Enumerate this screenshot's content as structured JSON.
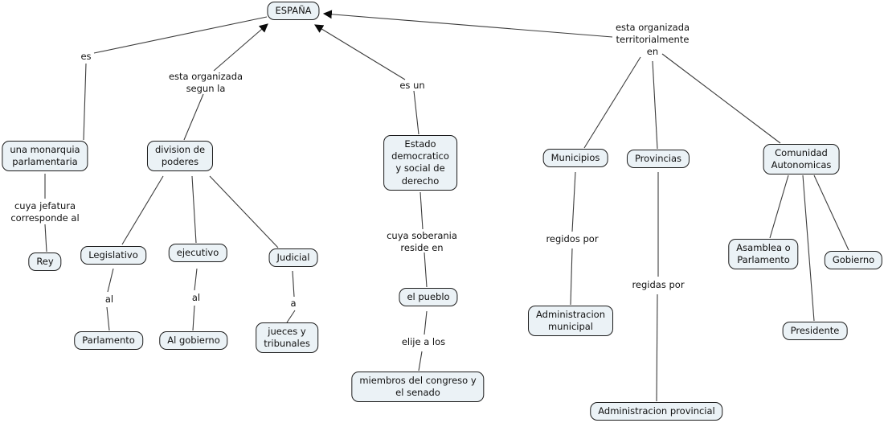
{
  "colors": {
    "background": "#ffffff",
    "node_fill": "#ebf2f6",
    "node_border": "#1c1c1c",
    "line": "#3c3c3c",
    "text": "#111111"
  },
  "nodes": {
    "espana": "ESPAÑA",
    "monarquia": "una monarquia\nparlamentaria",
    "rey": "Rey",
    "division": "division de\npoderes",
    "legislativo": "Legislativo",
    "ejecutivo": "ejecutivo",
    "judicial": "Judicial",
    "parlamento": "Parlamento",
    "al_gobierno": "Al gobierno",
    "jueces": "jueces y\ntribunales",
    "estado": "Estado\ndemocratico\ny social de\nderecho",
    "pueblo": "el pueblo",
    "miembros": "miembros del congreso y\nel senado",
    "municipios": "Municipios",
    "provincias": "Provincias",
    "comunidad": "Comunidad\nAutonomicas",
    "admin_municipal": "Administracion\nmunicipal",
    "admin_provincial": "Administracion provincial",
    "asamblea": "Asamblea o\nParlamento",
    "gobierno": "Gobierno",
    "presidente": "Presidente"
  },
  "phrases": {
    "es": "es",
    "organizada_segun": "esta organizada\nsegun la",
    "es_un": "es un",
    "territorial": "esta organizada\nterritorialmente\nen",
    "jefatura": "cuya jefatura\ncorresponde al",
    "al_1": "al",
    "al_2": "al",
    "a": "a",
    "soberania": "cuya soberania\nreside en",
    "elije": "elije a los",
    "regidos": "regidos por",
    "regidas": "regidas por"
  },
  "graph": {
    "root": "ESPAÑA",
    "relations": [
      {
        "from": "ESPAÑA",
        "phrase": "es",
        "to": [
          "una monarquia parlamentaria"
        ],
        "arrowhead_into_root": false
      },
      {
        "from": "una monarquia parlamentaria",
        "phrase": "cuya jefatura corresponde al",
        "to": [
          "Rey"
        ],
        "arrowhead_into_root": false
      },
      {
        "from": "ESPAÑA",
        "phrase": "esta organizada segun la",
        "to": [
          "division de poderes"
        ],
        "arrowhead_into_root": true
      },
      {
        "from": "division de poderes",
        "phrase": "",
        "to": [
          "Legislativo",
          "ejecutivo",
          "Judicial"
        ],
        "arrowhead_into_root": false
      },
      {
        "from": "Legislativo",
        "phrase": "al",
        "to": [
          "Parlamento"
        ],
        "arrowhead_into_root": false
      },
      {
        "from": "ejecutivo",
        "phrase": "al",
        "to": [
          "Al gobierno"
        ],
        "arrowhead_into_root": false
      },
      {
        "from": "Judicial",
        "phrase": "a",
        "to": [
          "jueces y tribunales"
        ],
        "arrowhead_into_root": false
      },
      {
        "from": "ESPAÑA",
        "phrase": "es un",
        "to": [
          "Estado democratico y social de derecho"
        ],
        "arrowhead_into_root": true
      },
      {
        "from": "Estado democratico y social de derecho",
        "phrase": "cuya soberania reside en",
        "to": [
          "el pueblo"
        ],
        "arrowhead_into_root": false
      },
      {
        "from": "el pueblo",
        "phrase": "elije a los",
        "to": [
          "miembros del congreso y el senado"
        ],
        "arrowhead_into_root": false
      },
      {
        "from": "ESPAÑA",
        "phrase": "esta organizada territorialmente en",
        "to": [
          "Municipios",
          "Provincias",
          "Comunidad Autonomicas"
        ],
        "arrowhead_into_root": true
      },
      {
        "from": "Municipios",
        "phrase": "regidos por",
        "to": [
          "Administracion municipal"
        ],
        "arrowhead_into_root": false
      },
      {
        "from": "Provincias",
        "phrase": "regidas por",
        "to": [
          "Administracion provincial"
        ],
        "arrowhead_into_root": false
      },
      {
        "from": "Comunidad Autonomicas",
        "phrase": "",
        "to": [
          "Asamblea o Parlamento",
          "Gobierno",
          "Presidente"
        ],
        "arrowhead_into_root": false
      }
    ]
  }
}
